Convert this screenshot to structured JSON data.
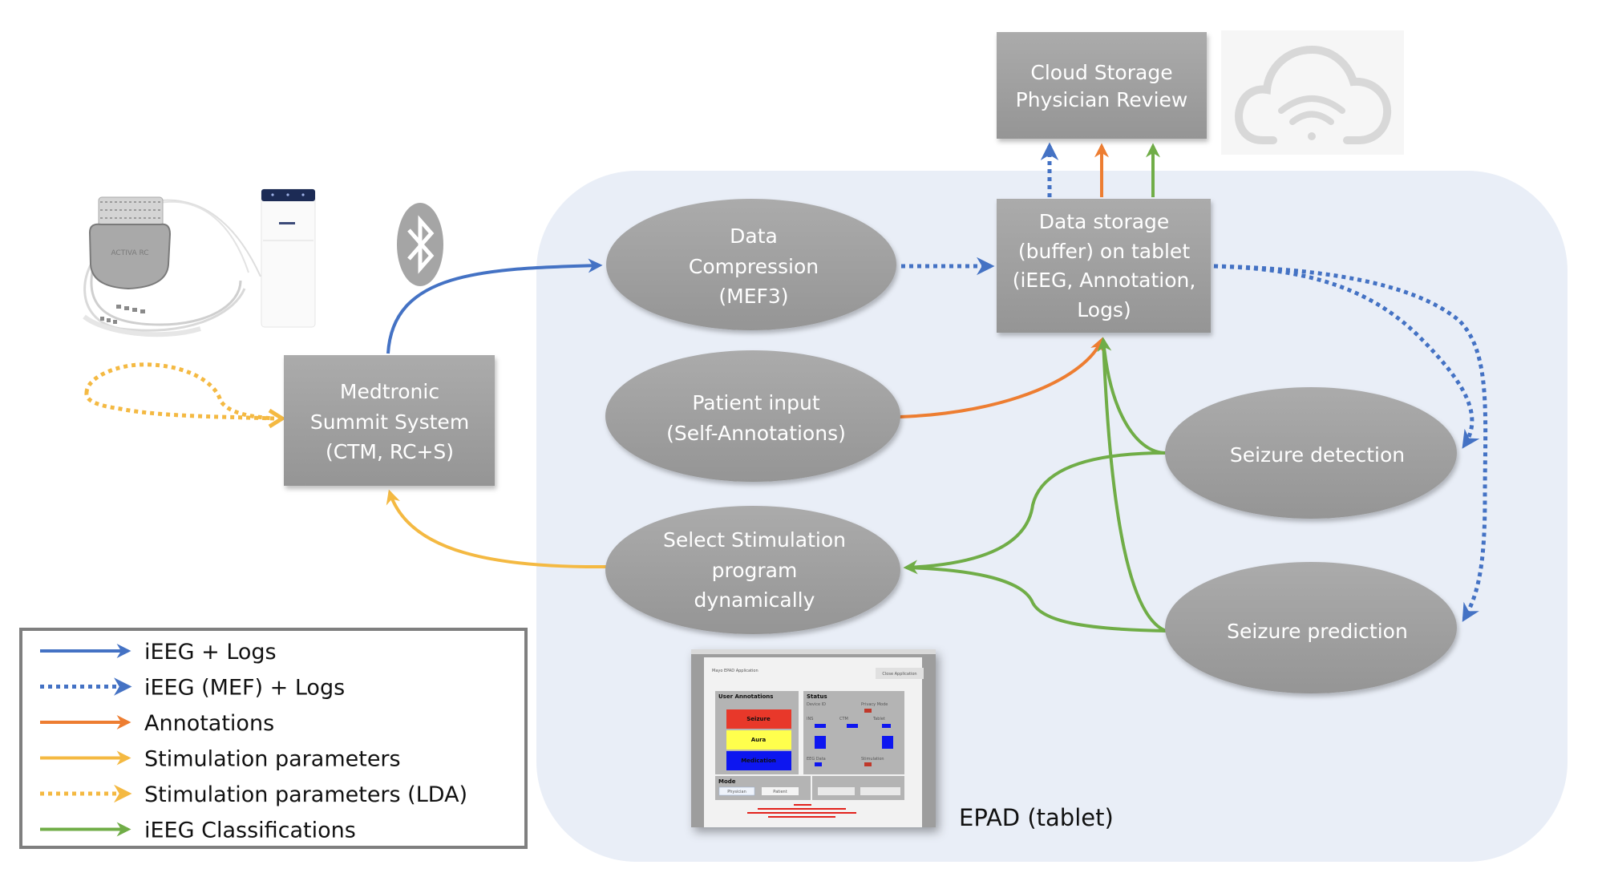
{
  "diagram": {
    "region_label": "EPAD (tablet)",
    "nodes": {
      "cloud": {
        "lines": [
          "Cloud Storage",
          "Physician Review"
        ]
      },
      "storage": {
        "lines": [
          "Data storage",
          "(buffer) on tablet",
          "(iEEG, Annotation,",
          "Logs)"
        ]
      },
      "compression": {
        "lines": [
          "Data",
          "Compression",
          "(MEF3)"
        ]
      },
      "patient": {
        "lines": [
          "Patient input",
          "(Self-Annotations)"
        ]
      },
      "stim": {
        "lines": [
          "Select Stimulation",
          "program",
          "dynamically"
        ]
      },
      "detection": {
        "lines": [
          "Seizure detection"
        ]
      },
      "prediction": {
        "lines": [
          "Seizure prediction"
        ]
      },
      "medtronic": {
        "lines": [
          "Medtronic",
          "Summit System",
          "(CTM, RC+S)"
        ]
      }
    },
    "device_label": "ACTIVA RC",
    "icons": [
      "neurostimulator-image",
      "ctm-device-image",
      "bluetooth-icon",
      "cloud-wifi-icon",
      "tablet-screenshot"
    ],
    "edges": [
      {
        "from": "medtronic",
        "to": "compression",
        "type": "iEEG + Logs"
      },
      {
        "from": "compression",
        "to": "storage",
        "type": "iEEG (MEF) + Logs"
      },
      {
        "from": "storage",
        "to": "cloud",
        "type": "iEEG (MEF) + Logs"
      },
      {
        "from": "storage",
        "to": "cloud",
        "type": "Annotations"
      },
      {
        "from": "storage",
        "to": "cloud",
        "type": "iEEG Classifications"
      },
      {
        "from": "patient",
        "to": "storage",
        "type": "Annotations"
      },
      {
        "from": "storage",
        "to": "detection",
        "type": "iEEG (MEF) + Logs"
      },
      {
        "from": "storage",
        "to": "prediction",
        "type": "iEEG (MEF) + Logs"
      },
      {
        "from": "detection",
        "to": "storage",
        "type": "iEEG Classifications"
      },
      {
        "from": "prediction",
        "to": "storage",
        "type": "iEEG Classifications"
      },
      {
        "from": "detection",
        "to": "stim",
        "type": "iEEG Classifications"
      },
      {
        "from": "prediction",
        "to": "stim",
        "type": "iEEG Classifications"
      },
      {
        "from": "stim",
        "to": "medtronic",
        "type": "Stimulation parameters"
      },
      {
        "from": "medtronic",
        "to": "medtronic",
        "type": "Stimulation parameters (LDA)"
      }
    ],
    "colors": {
      "node_fill": "#A5A5A5",
      "region_fill": "#E9EEF7",
      "blue": "#4472C4",
      "orange": "#ED7D31",
      "yellow": "#F4B942",
      "green": "#70AD47"
    }
  },
  "legend": {
    "items": [
      {
        "label": "iEEG + Logs",
        "color": "#4472C4",
        "style": "solid"
      },
      {
        "label": "iEEG (MEF) + Logs",
        "color": "#4472C4",
        "style": "dotted"
      },
      {
        "label": "Annotations",
        "color": "#ED7D31",
        "style": "solid"
      },
      {
        "label": "Stimulation parameters",
        "color": "#F4B942",
        "style": "solid"
      },
      {
        "label": "Stimulation parameters (LDA)",
        "color": "#F4B942",
        "style": "dotted"
      },
      {
        "label": "iEEG Classifications",
        "color": "#70AD47",
        "style": "solid"
      }
    ]
  },
  "tablet": {
    "app_title": "Mayo EPAD Application",
    "close_button": "Close Application",
    "annotations_title": "User Annotations",
    "annotation_buttons": [
      {
        "label": "Seizure",
        "color": "#E8392A"
      },
      {
        "label": "Aura",
        "color": "#FFFF4D"
      },
      {
        "label": "Medication",
        "color": "#0A14F0"
      }
    ],
    "status_title": "Status",
    "status_fields": [
      "Device ID",
      "Privacy Mode",
      "INS",
      "CTM",
      "Tablet",
      "EEG Data",
      "Stimulation"
    ],
    "mode_title": "Mode",
    "mode_buttons": [
      "Physician",
      "Patient"
    ]
  }
}
